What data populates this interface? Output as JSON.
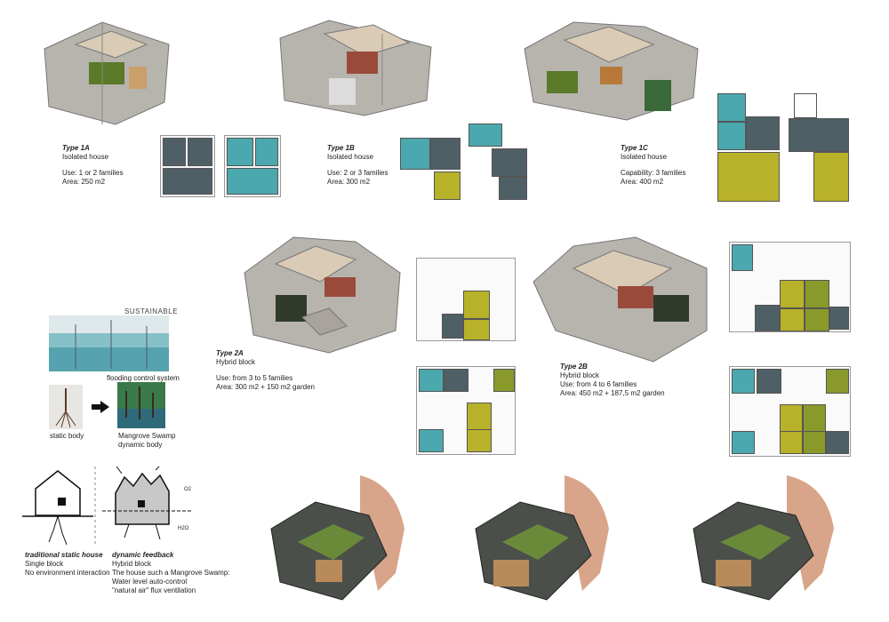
{
  "colors": {
    "teal": "#4aa8ae",
    "slate": "#4f5f66",
    "olive": "#b8b12a",
    "green": "#8a9a2a",
    "concrete": "#b7b3ad",
    "grass": "#5a7a2a"
  },
  "types": [
    {
      "title": "Type 1A",
      "sub": "Isolated house",
      "use": "Use:  1 or 2 families",
      "area": "Area: 250 m2"
    },
    {
      "title": "Type 1B",
      "sub": "Isolated house",
      "use": "Use:  2 or 3 families",
      "area": "Area: 300 m2"
    },
    {
      "title": "Type 1C",
      "sub": "Isolated house",
      "use": "Capability: 3 families",
      "area": "Area: 400 m2"
    },
    {
      "title": "Type 2A",
      "sub": "Hybrid block",
      "use": "Use:  from 3 to 5 families",
      "area": "Area: 300 m2  + 150 m2 garden"
    },
    {
      "title": "Type 2B",
      "sub": "Hybrid block",
      "use": "Use:  from 4 to 6 families",
      "area": "Area: 450 m2  + 187,5 m2 garden"
    }
  ],
  "concept": {
    "sustainable": "SUSTAINABLE",
    "flooding": "flooding control system",
    "static_body": "static body",
    "mangrove": "Mangrove Swamp",
    "dynamic_body": "dynamic body",
    "o2": "O2",
    "h2o": "H2O",
    "trad_title": "traditional static house",
    "trad_l1": "Single block",
    "trad_l2": "No environment interaction",
    "dyn_title": "dynamic feedback",
    "dyn_l1": "Hybrid block",
    "dyn_l2": "The house such a Mangrove Swamp:",
    "dyn_l3": "Water level auto-control",
    "dyn_l4": "\"natural air\" flux ventilation"
  }
}
